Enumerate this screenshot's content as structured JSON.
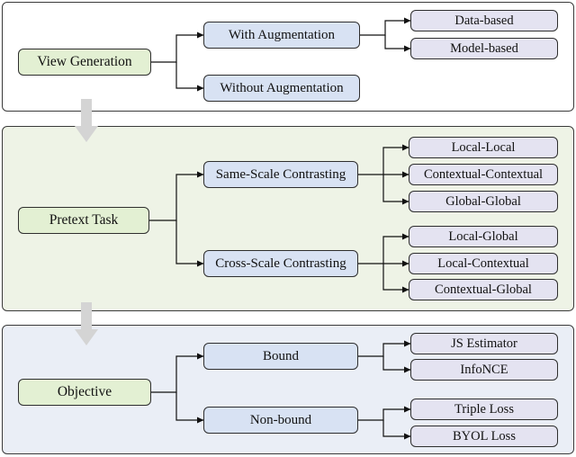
{
  "sections": {
    "view_generation": {
      "root": "View Generation",
      "with_augmentation": "With Augmentation",
      "without_augmentation": "Without Augmentation",
      "data_based": "Data-based",
      "model_based": "Model-based"
    },
    "pretext_task": {
      "root": "Pretext Task",
      "same_scale": "Same-Scale Contrasting",
      "cross_scale": "Cross-Scale Contrasting",
      "local_local": "Local-Local",
      "contextual_contextual": "Contextual-Contextual",
      "global_global": "Global-Global",
      "local_global": "Local-Global",
      "local_contextual": "Local-Contextual",
      "contextual_global": "Contextual-Global"
    },
    "objective": {
      "root": "Objective",
      "bound": "Bound",
      "non_bound": "Non-bound",
      "js_estimator": "JS Estimator",
      "infonce": "InfoNCE",
      "triple_loss": "Triple Loss",
      "byol_loss": "BYOL Loss"
    }
  },
  "colors": {
    "root_fill": "#e3f0d3",
    "mid_fill": "#d8e2f3",
    "leaf_fill": "#e4e3f1",
    "pretext_panel": "#eef3e6",
    "objective_panel": "#eaeef6",
    "flow_arrow": "#d4d4d4"
  }
}
